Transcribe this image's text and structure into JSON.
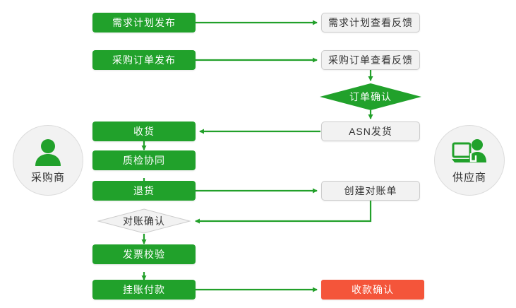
{
  "theme": {
    "green": "#21a12b",
    "red": "#f4553a",
    "grey_fill": "#f2f2f2",
    "grey_border": "#cccccc",
    "line": "#22a02a",
    "text_dark": "#333333",
    "text_light": "#ffffff"
  },
  "actors": {
    "left": {
      "label": "采购商",
      "icon": "person-icon"
    },
    "right": {
      "label": "供应商",
      "icon": "person-at-computer-icon"
    }
  },
  "nodes": {
    "demand_plan_publish": {
      "label": "需求计划发布",
      "type": "process",
      "style": "green"
    },
    "demand_plan_feedback": {
      "label": "需求计划查看反馈",
      "type": "process",
      "style": "grey"
    },
    "po_publish": {
      "label": "采购订单发布",
      "type": "process",
      "style": "green"
    },
    "po_feedback": {
      "label": "采购订单查看反馈",
      "type": "process",
      "style": "grey"
    },
    "order_confirm": {
      "label": "订单确认",
      "type": "decision",
      "style": "green"
    },
    "asn_ship": {
      "label": "ASN发货",
      "type": "process",
      "style": "grey"
    },
    "receive_goods": {
      "label": "收货",
      "type": "process",
      "style": "green"
    },
    "qc_collab": {
      "label": "质检协同",
      "type": "process",
      "style": "green"
    },
    "return_goods": {
      "label": "退货",
      "type": "process",
      "style": "green"
    },
    "create_statement": {
      "label": "创建对账单",
      "type": "process",
      "style": "grey"
    },
    "statement_confirm": {
      "label": "对账确认",
      "type": "decision",
      "style": "white"
    },
    "invoice_verify": {
      "label": "发票校验",
      "type": "process",
      "style": "green"
    },
    "payable_payment": {
      "label": "挂账付款",
      "type": "process",
      "style": "green"
    },
    "receipt_confirm": {
      "label": "收款确认",
      "type": "process",
      "style": "red"
    }
  },
  "edges": [
    {
      "from": "demand_plan_publish",
      "to": "demand_plan_feedback",
      "direction": "right"
    },
    {
      "from": "po_publish",
      "to": "po_feedback",
      "direction": "right"
    },
    {
      "from": "po_feedback",
      "to": "order_confirm",
      "direction": "down"
    },
    {
      "from": "order_confirm",
      "to": "asn_ship",
      "direction": "down"
    },
    {
      "from": "asn_ship",
      "to": "receive_goods",
      "direction": "left"
    },
    {
      "from": "receive_goods",
      "to": "qc_collab",
      "direction": "down"
    },
    {
      "from": "qc_collab",
      "to": "return_goods",
      "direction": "down"
    },
    {
      "from": "return_goods",
      "to": "create_statement",
      "direction": "right"
    },
    {
      "from": "create_statement",
      "to": "statement_confirm",
      "direction": "left"
    },
    {
      "from": "statement_confirm",
      "to": "invoice_verify",
      "direction": "down"
    },
    {
      "from": "invoice_verify",
      "to": "payable_payment",
      "direction": "down"
    },
    {
      "from": "payable_payment",
      "to": "receipt_confirm",
      "direction": "right"
    }
  ]
}
